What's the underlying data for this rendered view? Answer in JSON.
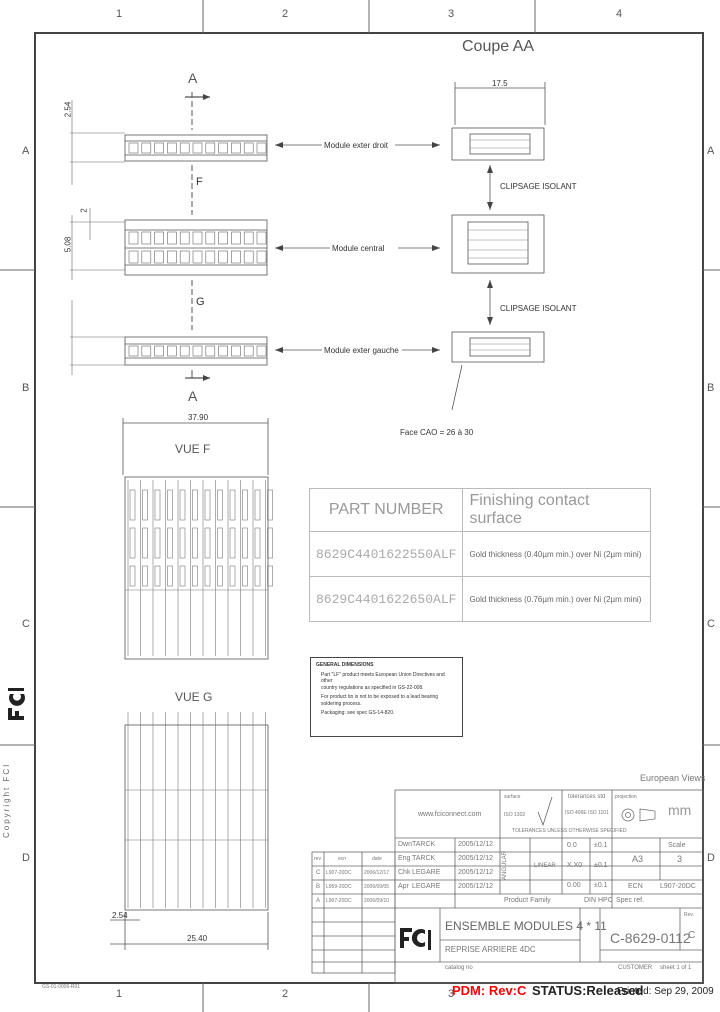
{
  "zones": {
    "top": [
      "1",
      "2",
      "3",
      "4"
    ],
    "bottom": [
      "1",
      "2",
      "3"
    ],
    "left": [
      "A",
      "B",
      "C",
      "D"
    ],
    "right": [
      "A",
      "B",
      "C",
      "D"
    ]
  },
  "section_title": "Coupe AA",
  "dims": {
    "d175": "17.5",
    "d3790": "37.90",
    "d254": "2.54",
    "d2540": "25.40",
    "dside1": "2.54",
    "dside2": "2",
    "dside3": "5.08"
  },
  "views": {
    "section_a_top": "A",
    "section_a_bottom": "A",
    "detail_f": "F",
    "detail_g": "G",
    "vue_f": "VUE F",
    "vue_g": "VUE G"
  },
  "callouts": {
    "module_droit": "Module exter droit",
    "module_central": "Module central",
    "module_gauche": "Module exter gauche",
    "clip1": "CLIPSAGE ISOLANT",
    "clip2": "CLIPSAGE ISOLANT",
    "face_cao": "Face CAO = 26 à 30"
  },
  "part_table": {
    "header_pn": "PART NUMBER",
    "header_finish": "Finishing contact surface",
    "rows": [
      {
        "pn": "8629C4401622550ALF",
        "finish": "Gold thickness (0.40µm min.) over Ni (2µm mini)"
      },
      {
        "pn": "8629C4401622650ALF",
        "finish": "Gold thickness (0.76µm min.) over Ni (2µm mini)"
      }
    ]
  },
  "notes": {
    "title": "GENERAL DIMENSIONS",
    "lines": [
      "Part \"LF\" product meets European Union Directives and other",
      "country regulations as specified in GS-22-008.",
      "For product tin is not to be exposed to a lead bearing",
      "soldering process.",
      "Packaging: see spec GS-14-820."
    ]
  },
  "title_block": {
    "views": "European Views",
    "website": "www.fciconnect.com",
    "surface": "surface",
    "iso": "ISO 1302",
    "tolerances": "tolerances std",
    "tol_std": "ISO 406E ISO 1101",
    "tol_note": "TOLERANCES UNLESS OTHERWISE SPECIFIED",
    "projection": "projection",
    "unit": "mm",
    "angular": "ANGULAR",
    "linear": "LINEAR",
    "tol_rows": [
      {
        "range": "0.0",
        "val": "±0.1"
      },
      {
        "range": "X.X0",
        "val": "±0.1"
      },
      {
        "range": "0.00",
        "val": "±0.1"
      }
    ],
    "size": "A3",
    "scale_label": "Scale",
    "scale": "3",
    "ecn_label": "ECN",
    "ecn": "L907-20DC",
    "spec_ref": "Spec ref.",
    "dwn": {
      "role": "Dwn",
      "name": "TARCK",
      "date": "2005/12/12"
    },
    "eng": {
      "role": "Eng",
      "name": "TARCK",
      "date": "2005/12/12"
    },
    "chk": {
      "role": "Chk",
      "name": "LEGARE",
      "date": "2005/12/12"
    },
    "apr": {
      "role": "Apr",
      "name": "LEGARE",
      "date": "2005/12/12"
    },
    "product_family_label": "Product Family",
    "product_family": "DIN HPC",
    "title": "ENSEMBLE MODULES 4 * 11",
    "subtitle": "REPRISE ARRIERE 4DC",
    "drawing_number": "C-8629-0112",
    "rev_label": "Rev.",
    "rev": "C",
    "customer": "CUSTOMER",
    "sheet": "sheet 1 of 1",
    "catalog": "catalog no",
    "revisions": {
      "headers": [
        "rev",
        "ecn",
        "date"
      ],
      "rows": [
        [
          "C",
          "L907-20DC",
          "2006/12/17"
        ],
        [
          "B",
          "L959-20DC",
          "2006/09/05"
        ],
        [
          "A",
          "L907-20DC",
          "2006/09/10"
        ]
      ]
    }
  },
  "footer": {
    "pdm": "PDM: Rev:C",
    "status": "STATUS:Released",
    "printed": "Printed: Sep 29, 2009",
    "copyright": "Copyright FCI",
    "form": "GS-01-0006-R01"
  },
  "colors": {
    "pdm": "#ff0000",
    "status": "#222222"
  }
}
